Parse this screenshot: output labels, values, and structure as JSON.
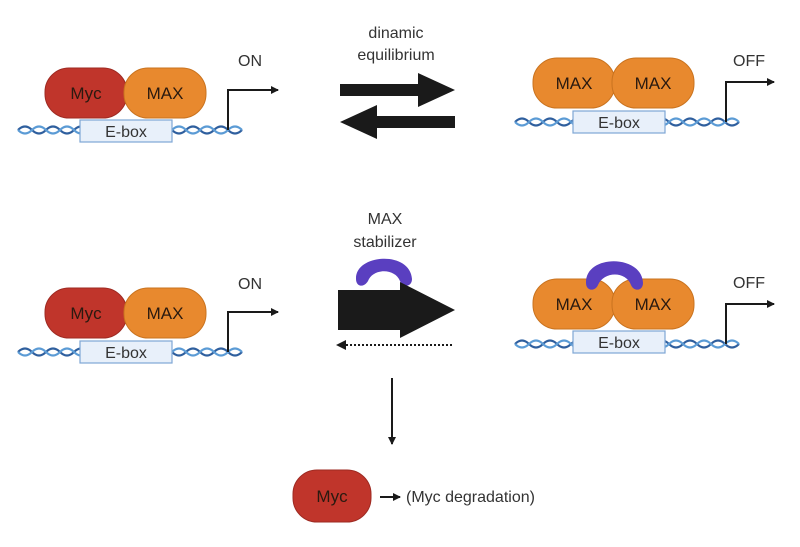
{
  "colors": {
    "myc": "#c0352b",
    "myc_stroke": "#9e2a22",
    "max": "#e8892e",
    "max_stroke": "#c9731f",
    "ebox_fill": "#e8f0fa",
    "ebox_stroke": "#7fa7d4",
    "dna_a": "#2f5f9e",
    "dna_b": "#5b9bd5",
    "stabilizer": "#5a3fc0",
    "arrow": "#1a1a1a",
    "text": "#333333"
  },
  "labels": {
    "myc": "Myc",
    "max": "MAX",
    "ebox": "E-box",
    "on": "ON",
    "off": "OFF"
  },
  "top_row": {
    "arrow_label_line1": "dinamic",
    "arrow_label_line2": "equilibrium"
  },
  "bottom_row": {
    "arrow_label_line1": "MAX",
    "arrow_label_line2": "stabilizer"
  },
  "degradation": {
    "label": "(Myc degradation)"
  }
}
